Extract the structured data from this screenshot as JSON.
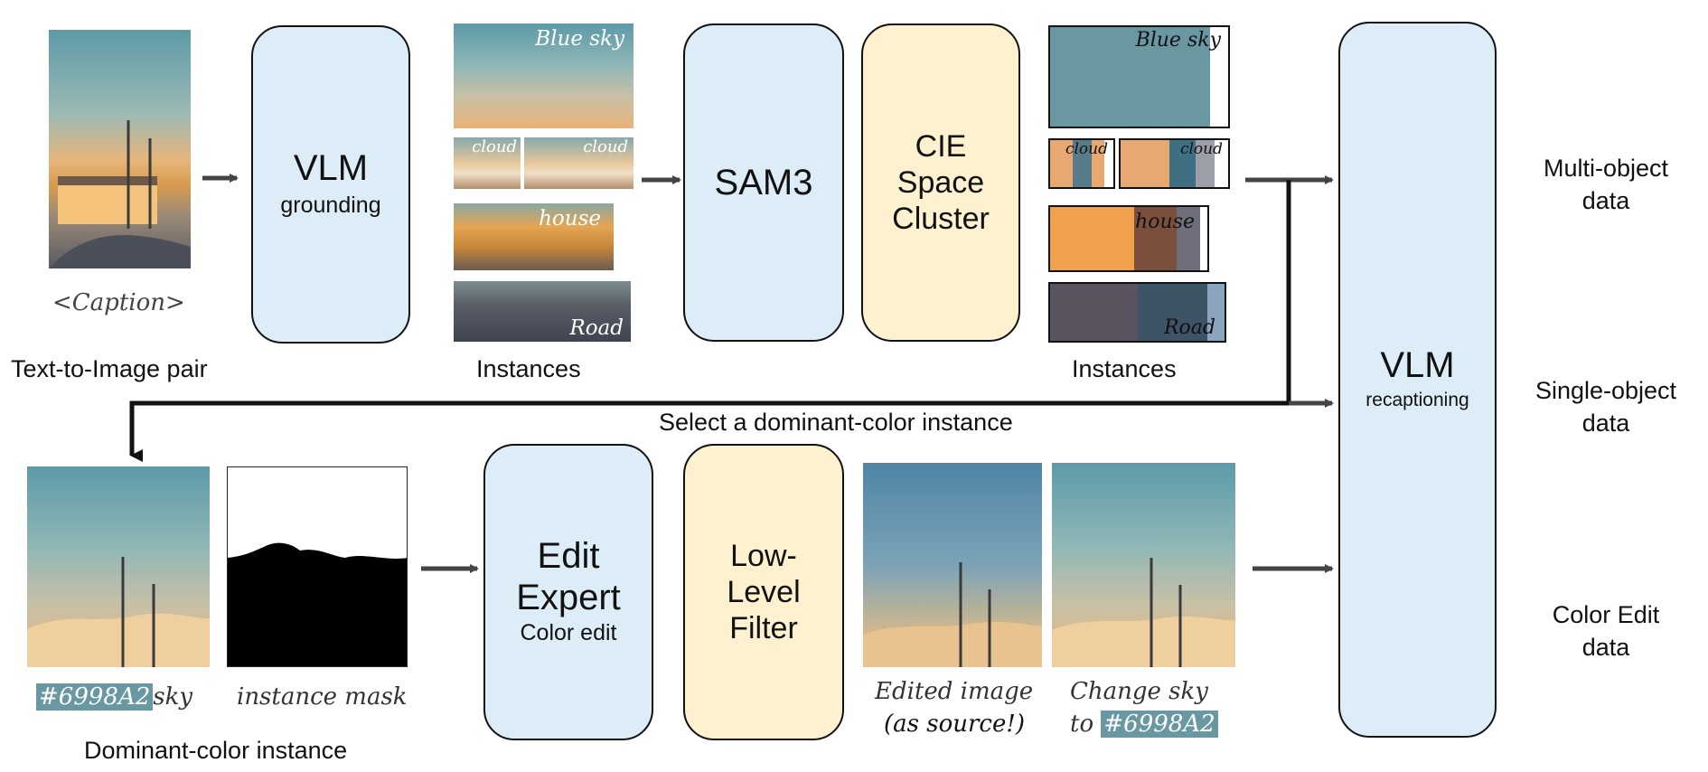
{
  "colors": {
    "sam3_box": "#ddedf7",
    "filter_box": "#fdf1cf",
    "dominant": "#6998a2",
    "arrow": "#444444"
  },
  "top": {
    "caption": "<Caption>",
    "pair_label": "Text-to-Image pair",
    "vlm_grounding": {
      "title": "VLM",
      "sub": "grounding"
    },
    "instances_label": "Instances",
    "tags": {
      "sky": "Blue sky",
      "cloud1": "cloud",
      "cloud2": "cloud",
      "house": "house",
      "road": "Road"
    },
    "sam3": "SAM3",
    "cie": [
      "CIE",
      "Space",
      "Cluster"
    ],
    "instances_label_2": "Instances"
  },
  "swatches": [
    {
      "name": "Blue sky",
      "colors": [
        "#6998a2",
        "#ffffff"
      ],
      "weights": [
        0.9,
        0.1
      ]
    },
    {
      "name": "cloud",
      "colors": [
        "#e8a872",
        "#587c8a",
        "#e8a872",
        "#ffffff"
      ],
      "weights": [
        0.36,
        0.3,
        0.2,
        0.14
      ]
    },
    {
      "name": "cloud",
      "colors": [
        "#e8a872",
        "#3f6f82",
        "#9c9ea8",
        "#ffffff"
      ],
      "weights": [
        0.45,
        0.25,
        0.17,
        0.13
      ]
    },
    {
      "name": "house",
      "colors": [
        "#f0a14c",
        "#7a4f3e",
        "#6e6f7a",
        "#ffffff"
      ],
      "weights": [
        0.6,
        0.3,
        0.17,
        0.05
      ]
    },
    {
      "name": "Road",
      "colors": [
        "#5a5460",
        "#3d5366",
        "#8aa5bd",
        "#ffffff"
      ],
      "weights": [
        0.5,
        0.4,
        0.1,
        0.0
      ]
    }
  ],
  "middle": {
    "select_label": "Select a dominant-color instance"
  },
  "bottom": {
    "hex": "#6998A2",
    "sky_word": "sky",
    "mask_label": "instance mask",
    "dominant_label": "Dominant-color instance",
    "edit_expert": {
      "line1": "Edit",
      "line2": "Expert",
      "sub": "Color edit"
    },
    "low_level": [
      "Low-",
      "Level",
      "Filter"
    ],
    "edited_caption_1": "Edited image",
    "edited_caption_2": "(as source!)",
    "change_caption_1": "Change sky",
    "change_caption_2": "to",
    "change_hex": "#6998A2"
  },
  "right": {
    "vlm_recap": {
      "title": "VLM",
      "sub": "recaptioning"
    },
    "outputs": [
      [
        "Multi-object",
        "data"
      ],
      [
        "Single-object",
        "data"
      ],
      [
        "Color Edit",
        "data"
      ]
    ]
  }
}
